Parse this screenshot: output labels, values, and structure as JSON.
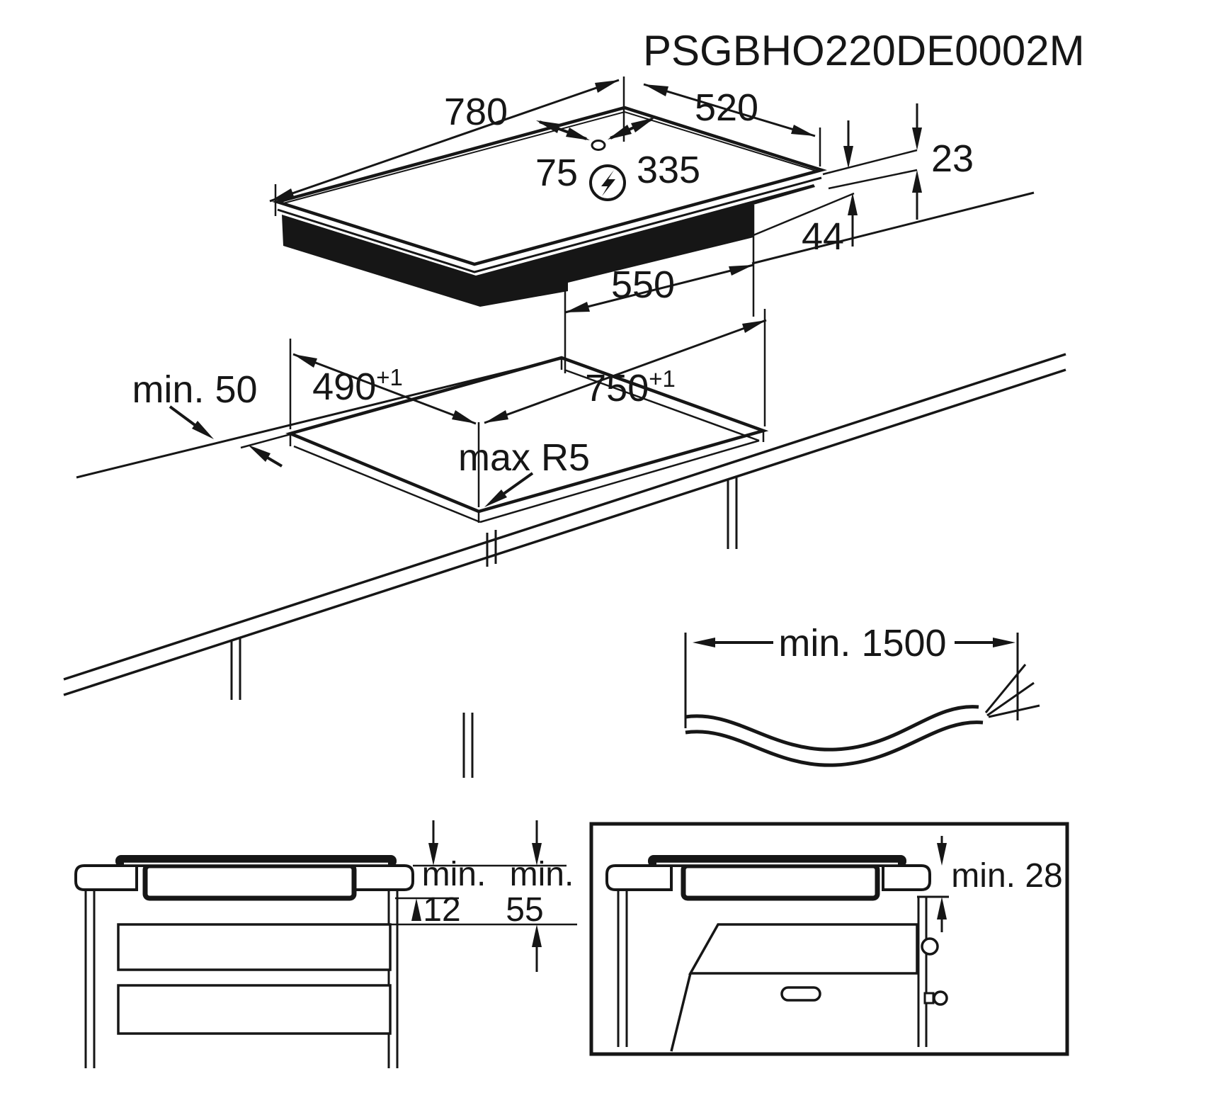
{
  "title": "PSGBHO220DE0002M",
  "colors": {
    "line": "#161616",
    "background": "#ffffff"
  },
  "hob_top_view": {
    "width_mm": "780",
    "depth_mm": "520",
    "power_hole_offset_left": "75",
    "power_hole_offset_right": "335",
    "height_above_worktop": "23",
    "height_below_worktop": "44",
    "chassis_length": "550",
    "power_icon": "lightning-bolt-icon"
  },
  "worktop_cutout": {
    "rear_clearance": "min. 50",
    "cutout_depth": {
      "value": "490",
      "tolerance": "+1"
    },
    "cutout_width": {
      "value": "750",
      "tolerance": "+1"
    },
    "corner_radius": "max R5"
  },
  "power_cable": {
    "min_length": "min. 1500"
  },
  "drawer_clearance": {
    "min_label_left": "min.",
    "gap_to_drawer": "12",
    "min_label_right": "min.",
    "gap_to_shelf": "55"
  },
  "oven_clearance": {
    "gap_to_oven": "min. 28"
  }
}
